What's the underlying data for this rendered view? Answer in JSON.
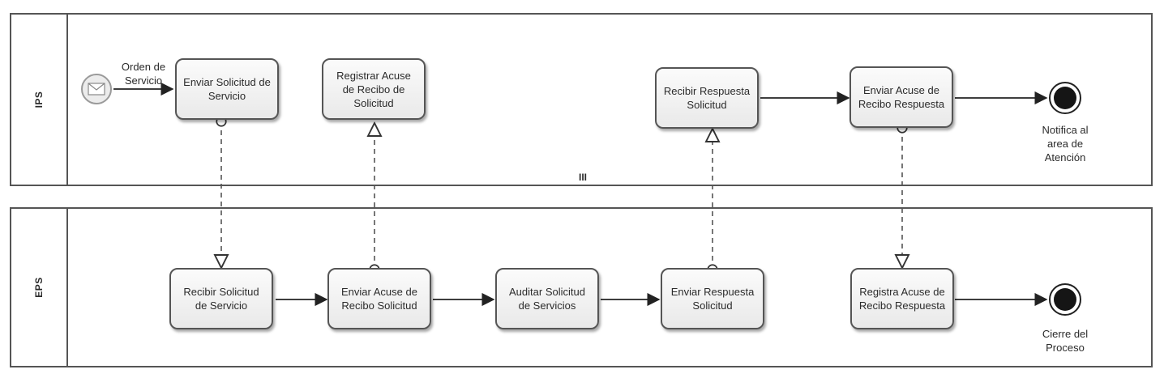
{
  "pools": {
    "ips": {
      "label": "IPS"
    },
    "eps": {
      "label": "EPS"
    }
  },
  "pool_marker": "III",
  "start_event": {
    "label": "Orden de\nServicio",
    "icon": "envelope-icon"
  },
  "tasks": {
    "enviar_solicitud_servicio": "Enviar Solicitud de Servicio",
    "registrar_acuse_recibo_solicitud": "Registrar Acuse de Recibo de Solicitud",
    "recibir_respuesta_solicitud": "Recibir Respuesta Solicitud",
    "enviar_acuse_recibo_respuesta": "Enviar Acuse de Recibo Respuesta",
    "recibir_solicitud_servicio": "Recibir Solicitud de Servicio",
    "enviar_acuse_recibo_solicitud": "Enviar Acuse de Recibo Solicitud",
    "auditar_solicitud_servicios": "Auditar Solicitud de Servicios",
    "enviar_respuesta_solicitud": "Enviar Respuesta Solicitud",
    "registra_acuse_recibo_respuesta": "Registra Acuse de Recibo Respuesta"
  },
  "end_events": {
    "notifica": "Notifica al\narea de\nAtención",
    "cierre": "Cierre del\nProceso"
  }
}
